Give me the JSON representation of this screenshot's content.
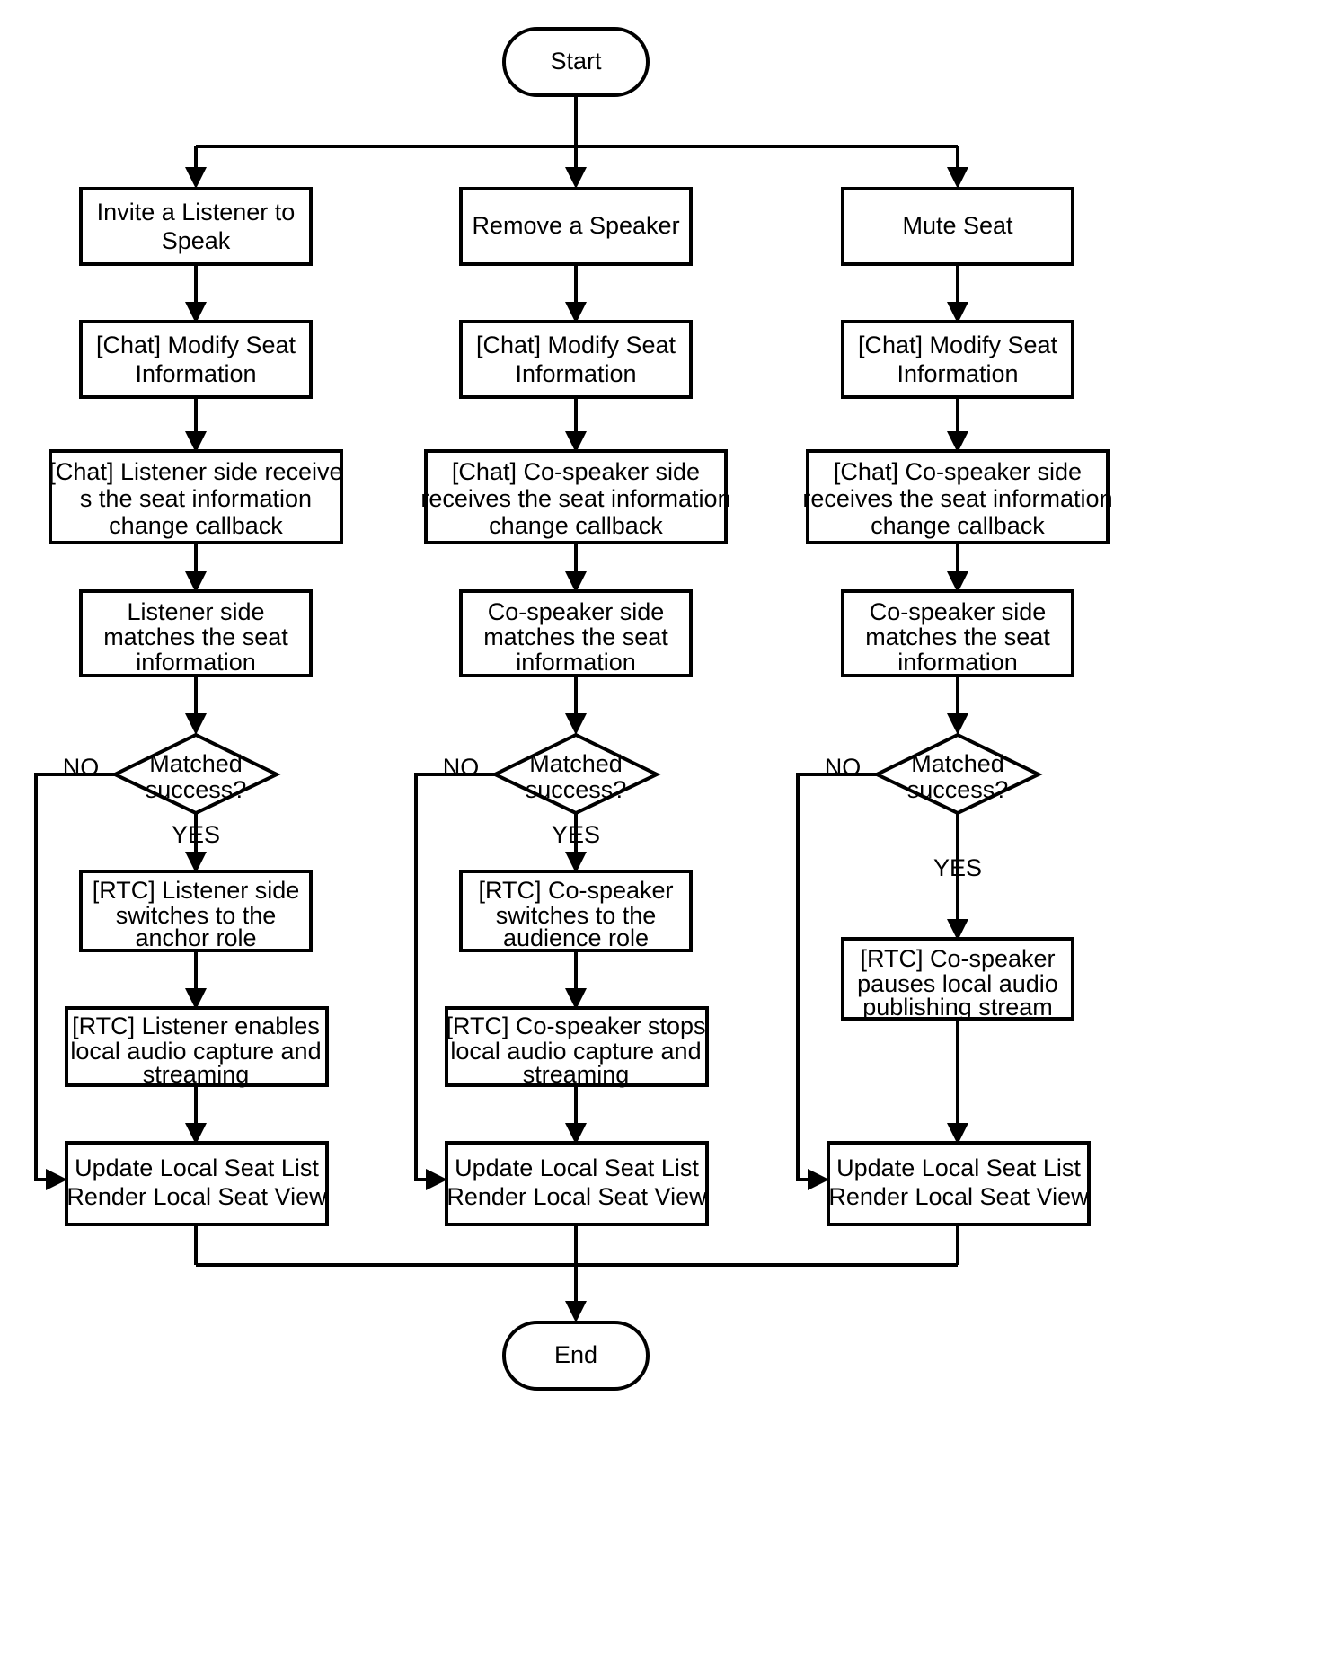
{
  "diagram": {
    "title": "Voice Chat Seat Management Flowchart",
    "background_color": "#ffffff",
    "stroke_color": "#000000",
    "fill_color": "#ffffff",
    "terminators": {
      "start": "Start",
      "end": "End"
    },
    "edge_labels": {
      "no": "NO",
      "yes": "YES"
    },
    "columns": [
      {
        "id": "invite-listener",
        "entry": "Invite a Listener to Speak",
        "steps": [
          "[Chat] Modify Seat Information",
          "[Chat] Listener side receive s the seat information change callback",
          "Listener side matches the seat information"
        ],
        "decision": "Matched success?",
        "yes_steps": [
          "[RTC] Listener side switches to the anchor role",
          "[RTC] Listener enables local audio capture and streaming"
        ],
        "merge": "Update Local Seat List Render Local Seat View"
      },
      {
        "id": "remove-speaker",
        "entry": "Remove a Speaker",
        "steps": [
          "[Chat] Modify Seat Information",
          "[Chat] Co-speaker side receives the seat information change callback",
          "Co-speaker side matches the seat information"
        ],
        "decision": "Matched success?",
        "yes_steps": [
          "[RTC] Co-speaker switches to the audience role",
          "[RTC] Co-speaker stops local audio capture and streaming"
        ],
        "merge": "Update Local Seat List Render Local Seat View"
      },
      {
        "id": "mute-seat",
        "entry": "Mute Seat",
        "steps": [
          "[Chat] Modify Seat Information",
          "[Chat] Co-speaker side receives the seat information change callback",
          "Co-speaker side matches the seat information"
        ],
        "decision": "Matched success?",
        "yes_steps": [
          "[RTC] Co-speaker pauses local audio publishing stream"
        ],
        "merge": "Update Local Seat List Render Local Seat View"
      }
    ],
    "node_lines": {
      "c1_entry": [
        "Invite a Listener to",
        "Speak"
      ],
      "c1_s1": [
        "[Chat] Modify Seat",
        "Information"
      ],
      "c1_s2": [
        "[Chat] Listener side receive",
        "s the seat information",
        "change callback"
      ],
      "c1_s3": [
        "Listener side",
        "matches the seat",
        "information"
      ],
      "c1_dec": [
        "Matched",
        "success?"
      ],
      "c1_y1": [
        "[RTC] Listener side",
        "switches to the",
        "anchor role"
      ],
      "c1_y2": [
        "[RTC] Listener enables",
        "local audio capture and",
        "streaming"
      ],
      "c1_merge": [
        "Update Local Seat List",
        "Render Local Seat View"
      ],
      "c2_entry": [
        "Remove a Speaker"
      ],
      "c2_s1": [
        "[Chat] Modify Seat",
        "Information"
      ],
      "c2_s2": [
        "[Chat] Co-speaker side",
        "receives the seat information",
        "change callback"
      ],
      "c2_s3": [
        "Co-speaker side",
        "matches the seat",
        "information"
      ],
      "c2_dec": [
        "Matched",
        "success?"
      ],
      "c2_y1": [
        "[RTC] Co-speaker",
        "switches to the",
        "audience role"
      ],
      "c2_y2": [
        "[RTC] Co-speaker stops",
        "local audio capture and",
        "streaming"
      ],
      "c2_merge": [
        "Update Local Seat List",
        "Render Local Seat View"
      ],
      "c3_entry": [
        "Mute Seat"
      ],
      "c3_s1": [
        "[Chat] Modify Seat",
        "Information"
      ],
      "c3_s2": [
        "[Chat] Co-speaker side",
        "receives the seat information",
        "change callback"
      ],
      "c3_s3": [
        "Co-speaker side",
        "matches the seat",
        "information"
      ],
      "c3_dec": [
        "Matched",
        "success?"
      ],
      "c3_y1": [
        "[RTC] Co-speaker",
        "pauses local audio",
        "publishing stream"
      ],
      "c3_merge": [
        "Update Local Seat List",
        "Render Local Seat View"
      ]
    }
  }
}
